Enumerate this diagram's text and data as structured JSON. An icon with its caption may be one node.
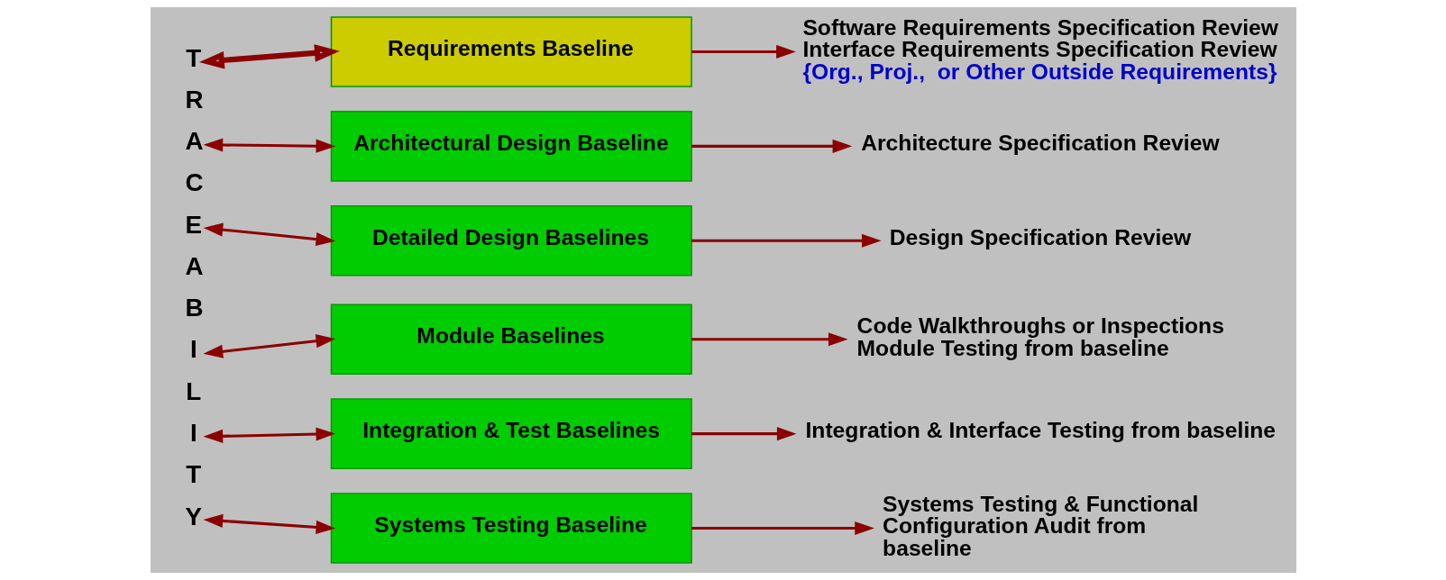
{
  "diagram": {
    "nodes": [
      {
        "text": [
          "T R A C E A B I L I T Y"
        ]
      },
      {
        "text": [
          "Requirements Baseline"
        ]
      },
      {
        "text": [
          "Software Requirements Specification Review",
          "Interface Requirements Specification Review",
          "{Org., Proj.,  or Other Outside Requirements}"
        ]
      },
      {
        "text": [
          "Architectural Design Baseline"
        ]
      },
      {
        "text": [
          "Architecture Specification Review"
        ]
      },
      {
        "text": [
          "Detailed Design Baselines"
        ]
      },
      {
        "text": [
          "Design Specification Review"
        ]
      },
      {
        "text": [
          "Module Baselines"
        ]
      },
      {
        "text": [
          "Code Walkthroughs or Inspections",
          "Module Testing from baseline"
        ]
      },
      {
        "text": [
          "Integration & Test Baselines"
        ]
      },
      {
        "text": [
          "Integration & Interface Testing from baseline"
        ]
      },
      {
        "text": [
          "Systems Testing Baseline"
        ]
      },
      {
        "text": [
          "Systems Testing & Functional Configuration Audit from baseline"
        ]
      }
    ],
    "edges": [
      {
        "from": 0,
        "to": 1,
        "arrow": "both",
        "style": "thick"
      },
      {
        "from": 0,
        "to": 3,
        "arrow": "both"
      },
      {
        "from": 0,
        "to": 5,
        "arrow": "both"
      },
      {
        "from": 0,
        "to": 7,
        "arrow": "both"
      },
      {
        "from": 0,
        "to": 9,
        "arrow": "both"
      },
      {
        "from": 0,
        "to": 11,
        "arrow": "both"
      },
      {
        "from": 1,
        "to": 2,
        "arrow": "to"
      },
      {
        "from": 3,
        "to": 4,
        "arrow": "to"
      },
      {
        "from": 5,
        "to": 6,
        "arrow": "to"
      },
      {
        "from": 7,
        "to": 8,
        "arrow": "to"
      },
      {
        "from": 9,
        "to": 10,
        "arrow": "to"
      },
      {
        "from": 11,
        "to": 12,
        "arrow": "to"
      }
    ]
  }
}
